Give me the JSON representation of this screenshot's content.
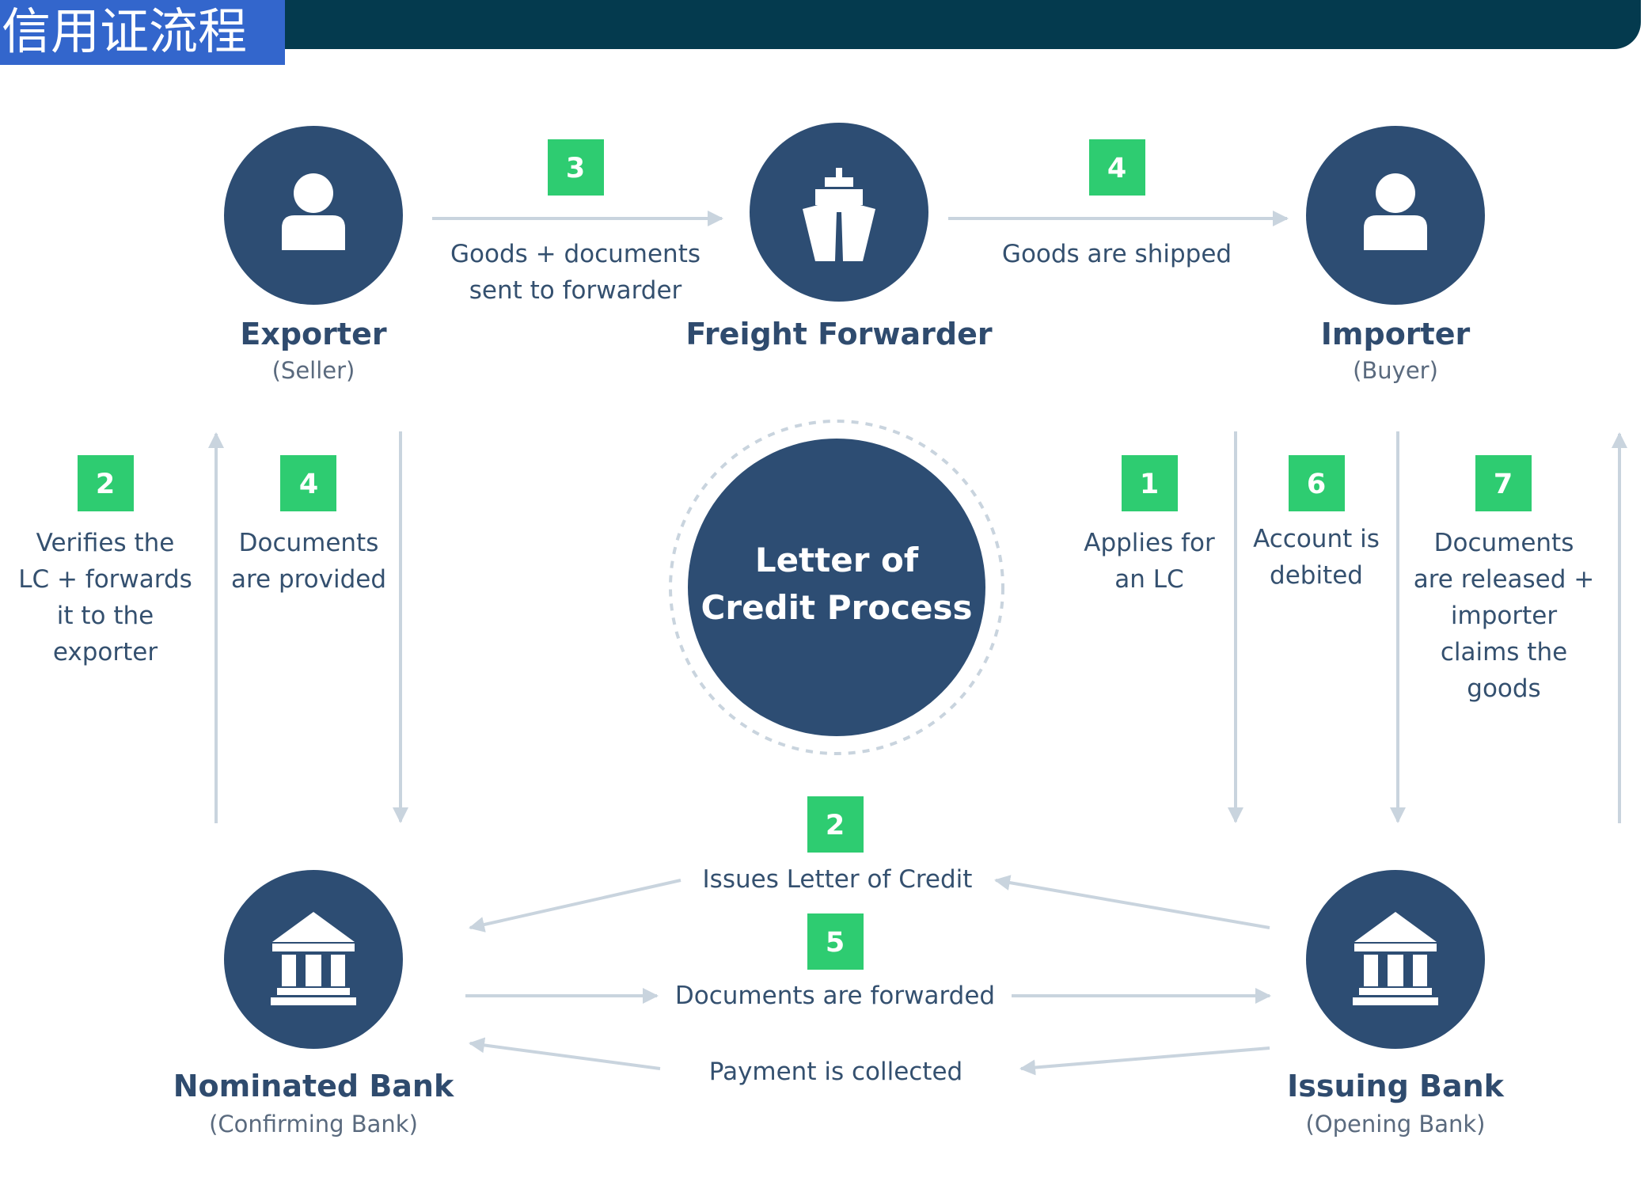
{
  "title": "信用证流程",
  "colors": {
    "header": "#043a4e",
    "title_highlight": "#3366cc",
    "node": "#2d4d73",
    "badge": "#2ecc71",
    "arrow": "#c9d4de",
    "text": "#34506f"
  },
  "center": {
    "line1": "Letter of",
    "line2": "Credit Process"
  },
  "nodes": {
    "exporter": {
      "name": "Exporter",
      "sub": "(Seller)",
      "icon": "person-icon"
    },
    "forwarder": {
      "name": "Freight Forwarder",
      "icon": "ship-icon"
    },
    "importer": {
      "name": "Importer",
      "sub": "(Buyer)",
      "icon": "person-icon"
    },
    "nominated_bank": {
      "name": "Nominated Bank",
      "sub": "(Confirming Bank)",
      "icon": "bank-icon"
    },
    "issuing_bank": {
      "name": "Issuing Bank",
      "sub": "(Opening Bank)",
      "icon": "bank-icon"
    }
  },
  "steps": {
    "goods_docs": {
      "num": "3",
      "lines": [
        "Goods + documents",
        "sent to forwarder"
      ]
    },
    "shipped": {
      "num": "4",
      "lines": [
        "Goods are shipped"
      ]
    },
    "verifies": {
      "num": "2",
      "lines": [
        "Verifies the",
        "LC + forwards",
        "it to the",
        "exporter"
      ]
    },
    "docs_provided": {
      "num": "4",
      "lines": [
        "Documents",
        "are provided"
      ]
    },
    "applies": {
      "num": "1",
      "lines": [
        "Applies for",
        "an LC"
      ]
    },
    "debited": {
      "num": "6",
      "lines": [
        "Account is",
        "debited"
      ]
    },
    "released": {
      "num": "7",
      "lines": [
        "Documents",
        "are released +",
        "importer",
        "claims the",
        "goods"
      ]
    },
    "issues": {
      "num": "2",
      "lines": [
        "Issues Letter of Credit"
      ]
    },
    "forwarded": {
      "num": "5",
      "lines": [
        "Documents are forwarded"
      ]
    },
    "payment": {
      "lines": [
        "Payment is collected"
      ]
    }
  }
}
